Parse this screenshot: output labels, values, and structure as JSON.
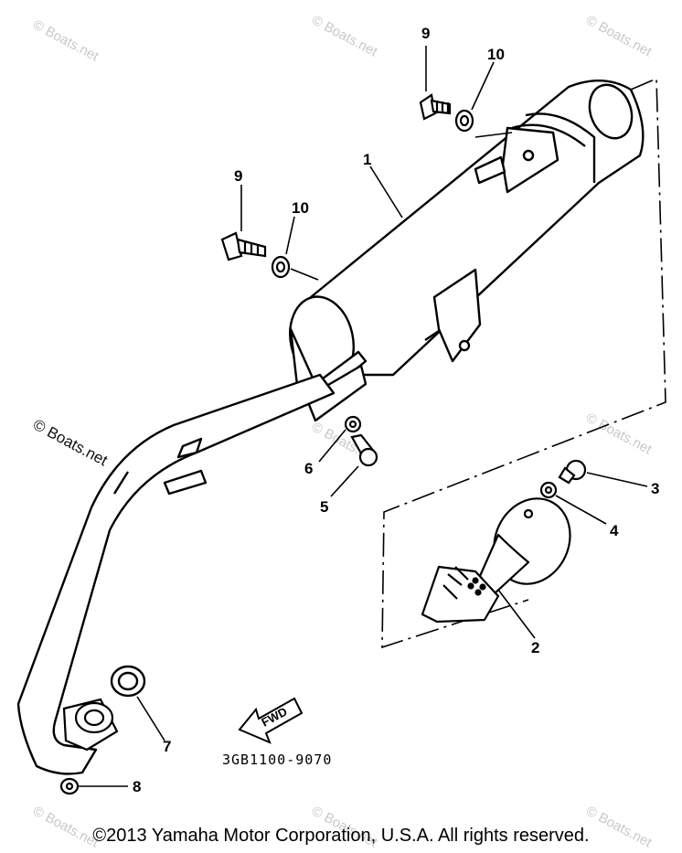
{
  "diagram": {
    "callouts": [
      {
        "id": "1",
        "text": "1"
      },
      {
        "id": "2",
        "text": "2"
      },
      {
        "id": "3",
        "text": "3"
      },
      {
        "id": "4",
        "text": "4"
      },
      {
        "id": "5",
        "text": "5"
      },
      {
        "id": "6",
        "text": "6"
      },
      {
        "id": "7",
        "text": "7"
      },
      {
        "id": "8",
        "text": "8"
      },
      {
        "id": "9a",
        "text": "9"
      },
      {
        "id": "9b",
        "text": "9"
      },
      {
        "id": "10a",
        "text": "10"
      },
      {
        "id": "10b",
        "text": "10"
      }
    ],
    "part_code": "3GB1100-9070",
    "fwd_label": "FWD",
    "watermark": "© Boats.net",
    "copyright": "©2013 Yamaha Motor Corporation, U.S.A. All rights reserved."
  }
}
